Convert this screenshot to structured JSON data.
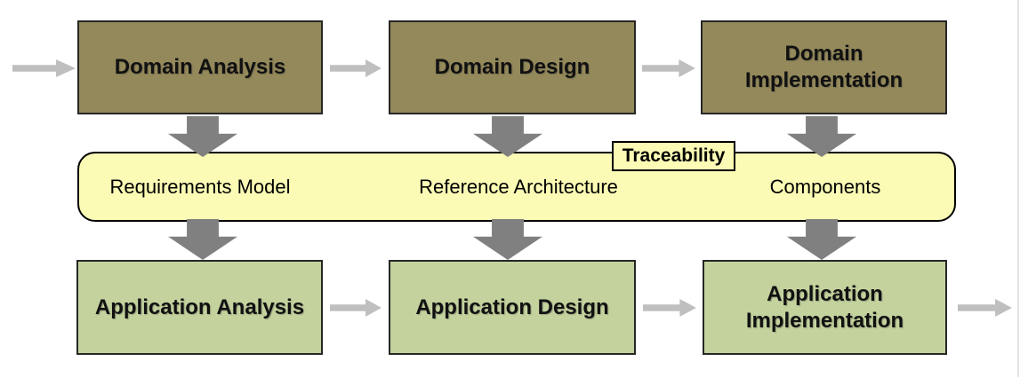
{
  "colors": {
    "domain_box_fill": "#94895A",
    "application_box_fill": "#C4D39E",
    "bar_fill": "#FBFBB5",
    "box_border": "#262626",
    "horizontal_arrow": "#BFBFBF",
    "vertical_arrow": "#808080"
  },
  "top_row": {
    "boxes": [
      {
        "label": "Domain Analysis"
      },
      {
        "label": "Domain Design"
      },
      {
        "label": "Domain Implementation"
      }
    ]
  },
  "middle_bar": {
    "tag": "Traceability",
    "artifacts": [
      {
        "label": "Requirements Model"
      },
      {
        "label": "Reference Architecture"
      },
      {
        "label": "Components"
      }
    ]
  },
  "bottom_row": {
    "boxes": [
      {
        "label": "Application Analysis"
      },
      {
        "label": "Application Design"
      },
      {
        "label": "Application Implementation"
      }
    ]
  }
}
